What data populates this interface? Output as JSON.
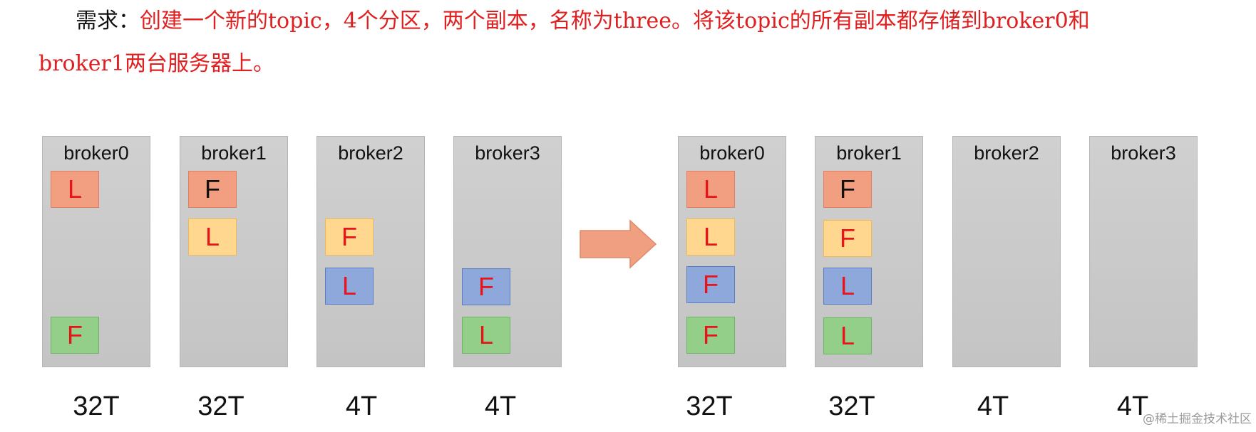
{
  "requirement": {
    "lead": "需求：",
    "line1": "创建一个新的topic，4个分区，两个副本，名称为three。将该topic的所有副本都存储到broker0和",
    "line2": "broker1两台服务器上。"
  },
  "colors": {
    "orange": "#f29e80",
    "yellow": "#ffd78f",
    "blue": "#8ea8dc",
    "green": "#93cf89",
    "broker_bg": "#c8c8c8",
    "text_red": "#e02020",
    "arrow": "#f0a080"
  },
  "before": {
    "brokers": [
      {
        "name": "broker0",
        "capacity": "32T",
        "replicas": [
          {
            "role": "L",
            "color": "orange"
          },
          {
            "role": "F",
            "color": "green"
          }
        ]
      },
      {
        "name": "broker1",
        "capacity": "32T",
        "replicas": [
          {
            "role": "F",
            "color": "orange"
          },
          {
            "role": "L",
            "color": "yellow"
          }
        ]
      },
      {
        "name": "broker2",
        "capacity": "4T",
        "replicas": [
          {
            "role": "F",
            "color": "yellow"
          },
          {
            "role": "L",
            "color": "blue"
          }
        ]
      },
      {
        "name": "broker3",
        "capacity": "4T",
        "replicas": [
          {
            "role": "F",
            "color": "blue"
          },
          {
            "role": "L",
            "color": "green"
          }
        ]
      }
    ]
  },
  "after": {
    "brokers": [
      {
        "name": "broker0",
        "capacity": "32T",
        "replicas": [
          {
            "role": "L",
            "color": "orange"
          },
          {
            "role": "L",
            "color": "yellow"
          },
          {
            "role": "F",
            "color": "blue"
          },
          {
            "role": "F",
            "color": "green"
          }
        ]
      },
      {
        "name": "broker1",
        "capacity": "32T",
        "replicas": [
          {
            "role": "F",
            "color": "orange"
          },
          {
            "role": "F",
            "color": "yellow"
          },
          {
            "role": "L",
            "color": "blue"
          },
          {
            "role": "L",
            "color": "green"
          }
        ]
      },
      {
        "name": "broker2",
        "capacity": "4T",
        "replicas": []
      },
      {
        "name": "broker3",
        "capacity": "4T",
        "replicas": []
      }
    ]
  },
  "arrow_icon": "right-arrow-icon",
  "watermark": "@稀土掘金技术社区"
}
